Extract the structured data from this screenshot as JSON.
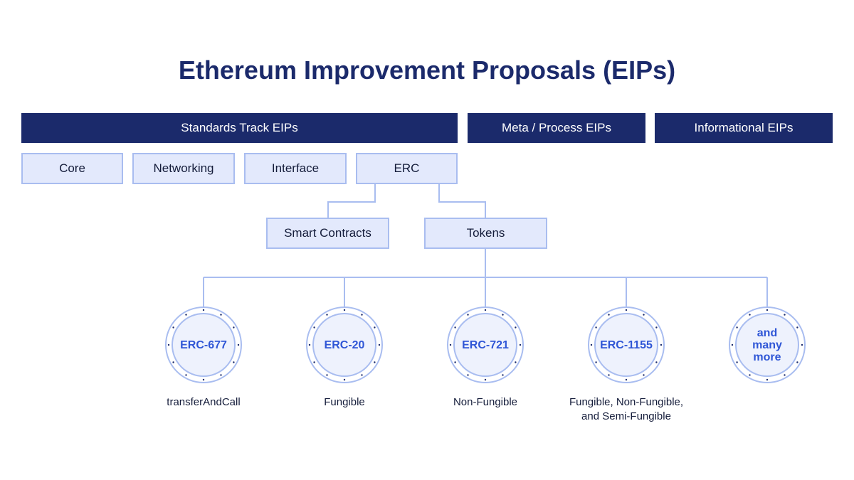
{
  "title": "Ethereum Improvement Proposals (EIPs)",
  "categories": [
    "Standards Track EIPs",
    "Meta / Process EIPs",
    "Informational EIPs"
  ],
  "standards_track": [
    "Core",
    "Networking",
    "Interface",
    "ERC"
  ],
  "erc_children": [
    "Smart Contracts",
    "Tokens"
  ],
  "tokens": [
    {
      "label": [
        "ERC-677"
      ],
      "caption": [
        "transferAndCall"
      ]
    },
    {
      "label": [
        "ERC-20"
      ],
      "caption": [
        "Fungible"
      ]
    },
    {
      "label": [
        "ERC-721"
      ],
      "caption": [
        "Non-Fungible"
      ]
    },
    {
      "label": [
        "ERC-1155"
      ],
      "caption": [
        "Fungible, Non-Fungible,",
        "and Semi-Fungible"
      ]
    },
    {
      "label": [
        "and",
        "many",
        "more"
      ],
      "caption": []
    }
  ],
  "colors": {
    "navy": "#1b2a6b",
    "box_fill": "#e3e9fc",
    "box_border": "#a9bdf0",
    "coin_text": "#2f56d6",
    "connector": "#a9bdf0"
  }
}
